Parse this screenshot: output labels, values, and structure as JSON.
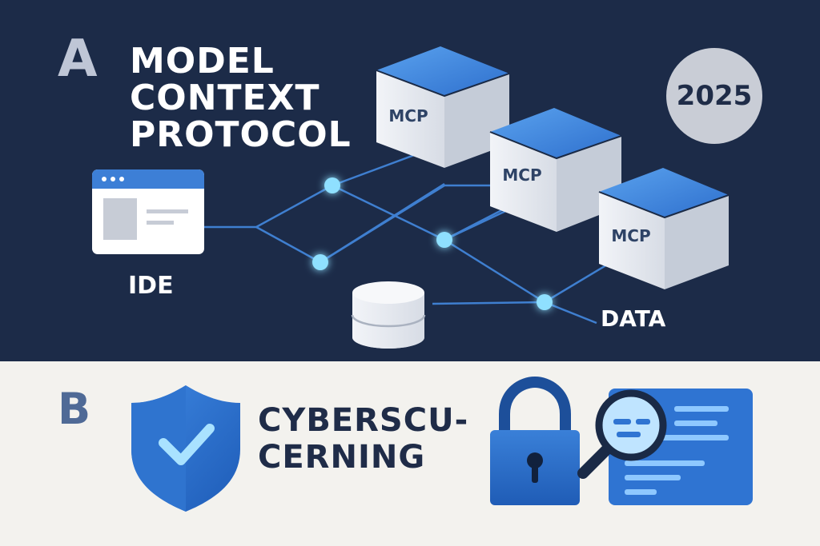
{
  "panel_a": {
    "letter": "A",
    "title_lines": [
      "MODEL",
      "CONTEXT",
      "PROTOCOL"
    ],
    "year": "2025",
    "ide_label": "IDE",
    "data_label": "DATA",
    "mcp_labels": [
      "MCP",
      "MCP",
      "MCP"
    ]
  },
  "panel_b": {
    "letter": "B",
    "title_lines": [
      "CYBERSCU-",
      "CERNING"
    ]
  },
  "colors": {
    "panel_a_bg": "#1c2b48",
    "panel_b_bg": "#f3f2ee",
    "accent_blue": "#3d7fd6",
    "node_glow": "#7fd6ff"
  },
  "icons": [
    "browser-window-icon",
    "database-icon",
    "shield-check-icon",
    "padlock-icon",
    "magnifier-icon",
    "document-icon"
  ]
}
